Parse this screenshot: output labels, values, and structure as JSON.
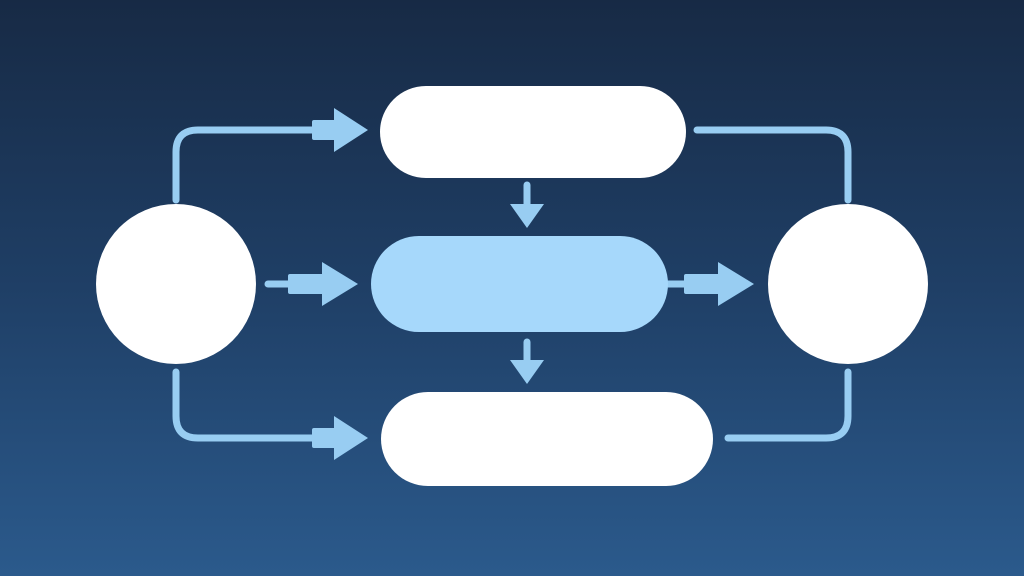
{
  "diagram": {
    "nodes": [
      {
        "id": "source",
        "shape": "circle",
        "label": ""
      },
      {
        "id": "top",
        "shape": "pill",
        "label": ""
      },
      {
        "id": "middle",
        "shape": "pill",
        "label": "",
        "highlighted": true
      },
      {
        "id": "bottom",
        "shape": "pill",
        "label": ""
      },
      {
        "id": "target",
        "shape": "circle",
        "label": ""
      }
    ],
    "edges": [
      {
        "from": "source",
        "to": "top"
      },
      {
        "from": "source",
        "to": "middle"
      },
      {
        "from": "source",
        "to": "bottom"
      },
      {
        "from": "top",
        "to": "middle"
      },
      {
        "from": "middle",
        "to": "bottom"
      },
      {
        "from": "middle",
        "to": "target"
      },
      {
        "from": "top",
        "to": "target"
      },
      {
        "from": "bottom",
        "to": "target"
      }
    ]
  },
  "colors": {
    "background_top": "#172a45",
    "background_bottom": "#2b5a8c",
    "node_fill": "#ffffff",
    "highlight_fill": "#a6d8fb",
    "connector": "#98cdf2"
  }
}
